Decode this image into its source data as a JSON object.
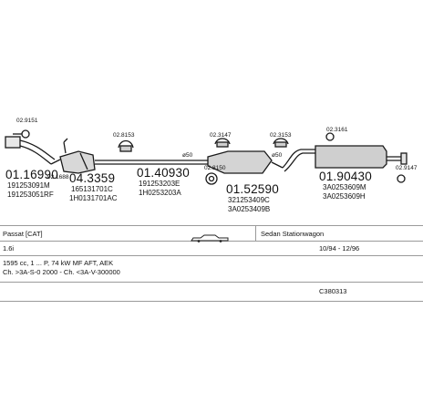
{
  "diagram": {
    "parts": [
      {
        "part_no": "01.16990",
        "codes": [
          "191253091M",
          "191253051RF"
        ],
        "clamp_ref": "02.9151"
      },
      {
        "part_no": "04.3359",
        "codes": [
          "165131701C",
          "1H0131701AC"
        ],
        "clamp_ref": "02.1688"
      },
      {
        "part_no": "01.40930",
        "codes": [
          "191253203E",
          "1H0253203A"
        ],
        "clamp_ref": "02.8153"
      },
      {
        "part_no": "01.52590",
        "codes": [
          "321253409C",
          "3A0253409B"
        ],
        "clamp_ref": "02.8150"
      },
      {
        "part_no": "01.90430",
        "codes": [
          "3A0253609M",
          "3A0253609H"
        ],
        "clamp_ref": "02.9147"
      }
    ],
    "mounting_refs": [
      "02.3147",
      "02.3153",
      "02.3161"
    ],
    "pipe_diameters": [
      "ø50",
      "ø50"
    ]
  },
  "info": {
    "model": "Passat [CAT]",
    "body_type": "Sedan Stationwagon",
    "engine": "1.6i",
    "date_range": "10/94 - 12/96",
    "engine_details": "1595 cc, 1 ... P, 74 kW MF AFT, AEK",
    "chassis": "Ch. >3A-S-0 2000 - Ch. <3A-V-300000",
    "catalog_no": "C380313"
  },
  "icon": "car-silhouette-icon"
}
